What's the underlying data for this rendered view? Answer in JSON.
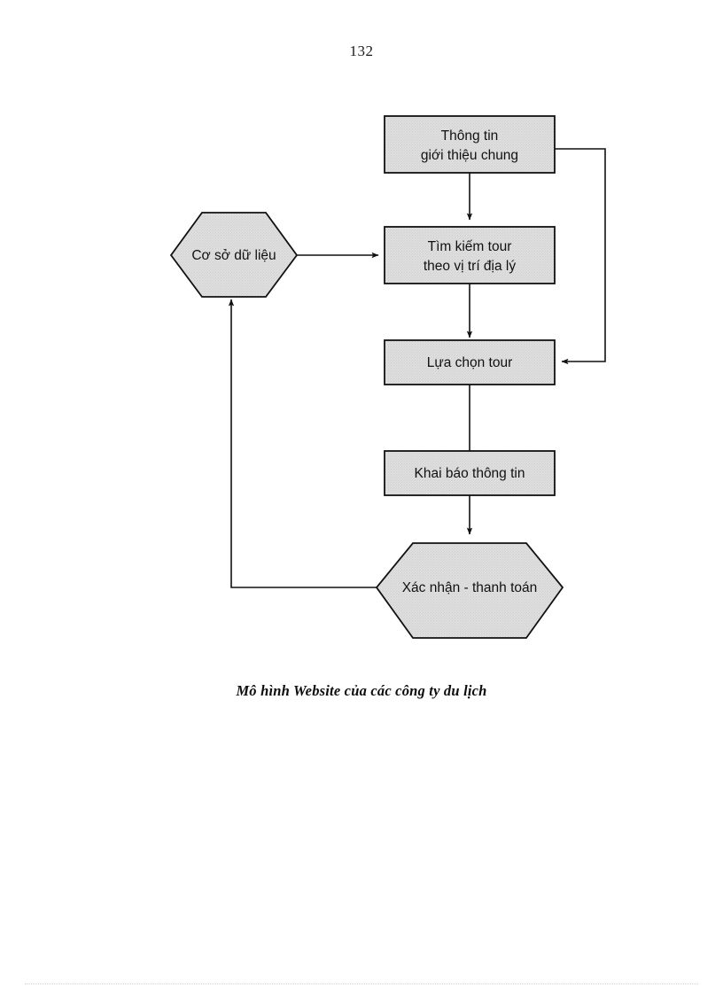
{
  "page": {
    "number": "132",
    "background": "#ffffff"
  },
  "caption": {
    "text": "Mô hình Website của các công ty du lịch"
  },
  "diagram": {
    "title": "Mô hình Website của các công ty du lịch",
    "style": {
      "node_fill": "#dcdcdc",
      "node_stroke": "#1a1a1a",
      "line_color": "#1a1a1a"
    },
    "nodes": [
      {
        "id": "n1",
        "shape": "rect",
        "lines": [
          "Thông tin",
          "giới thiệu chung"
        ]
      },
      {
        "id": "n2",
        "shape": "hexagon",
        "lines": [
          "Cơ sở dữ liệu"
        ]
      },
      {
        "id": "n3",
        "shape": "rect",
        "lines": [
          "Tìm kiếm tour",
          "theo vị trí địa lý"
        ]
      },
      {
        "id": "n4",
        "shape": "rect",
        "lines": [
          "Lựa chọn tour"
        ]
      },
      {
        "id": "n5",
        "shape": "rect",
        "lines": [
          "Khai báo thông tin"
        ]
      },
      {
        "id": "n6",
        "shape": "hexagon",
        "lines": [
          "Xác nhận - thanh toán"
        ]
      }
    ],
    "edges": [
      {
        "from": "n1",
        "to": "n3",
        "type": "arrow",
        "path": "vertical-down"
      },
      {
        "from": "n2",
        "to": "n3",
        "type": "arrow",
        "path": "horizontal-right"
      },
      {
        "from": "n3",
        "to": "n4",
        "type": "arrow",
        "path": "vertical-down"
      },
      {
        "from": "n1",
        "to": "n4",
        "type": "arrow",
        "path": "right-loop-down"
      },
      {
        "from": "n4",
        "to": "n5",
        "type": "arrow",
        "path": "vertical-down"
      },
      {
        "from": "n5",
        "to": "n6",
        "type": "arrow",
        "path": "vertical-down"
      },
      {
        "from": "n6",
        "to": "n2",
        "type": "arrow",
        "path": "left-loop-up"
      }
    ]
  }
}
